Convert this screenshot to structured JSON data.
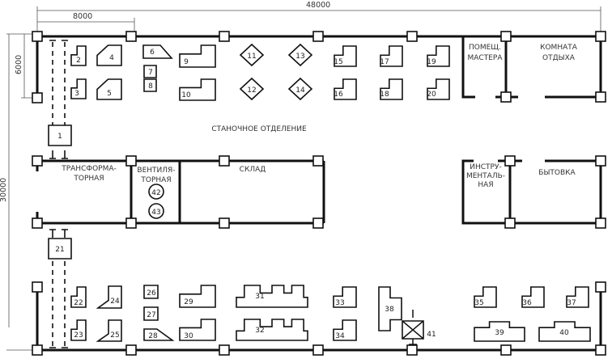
{
  "dimensions": {
    "total_length": "48000",
    "span": "8000",
    "bay_width": "6000",
    "total_width": "30000"
  },
  "rooms": {
    "machine_shop": "СТАНОЧНОЕ ОТДЕЛЕНИЕ",
    "transformer": [
      "ТРАНСФОРМА-",
      "ТОРНАЯ"
    ],
    "ventilation": [
      "ВЕНТИЛЯ-",
      "ТОРНАЯ"
    ],
    "warehouse": "СКЛАД",
    "foreman": [
      "ПОМЕЩ.",
      "МАСТЕРА"
    ],
    "rest_room": [
      "КОМНАТА",
      "ОТДЫХА"
    ],
    "tool_room": [
      "ИНСТРУ-",
      "МЕНТАЛЬ-",
      "НАЯ"
    ],
    "utility_room": "БЫТОВКА"
  },
  "machines": [
    "1",
    "2",
    "3",
    "4",
    "5",
    "6",
    "7",
    "8",
    "9",
    "10",
    "11",
    "12",
    "13",
    "14",
    "15",
    "16",
    "17",
    "18",
    "19",
    "20",
    "21",
    "22",
    "23",
    "24",
    "25",
    "26",
    "27",
    "28",
    "29",
    "30",
    "31",
    "32",
    "33",
    "34",
    "35",
    "36",
    "37",
    "38",
    "39",
    "40",
    "41",
    "42",
    "43"
  ]
}
